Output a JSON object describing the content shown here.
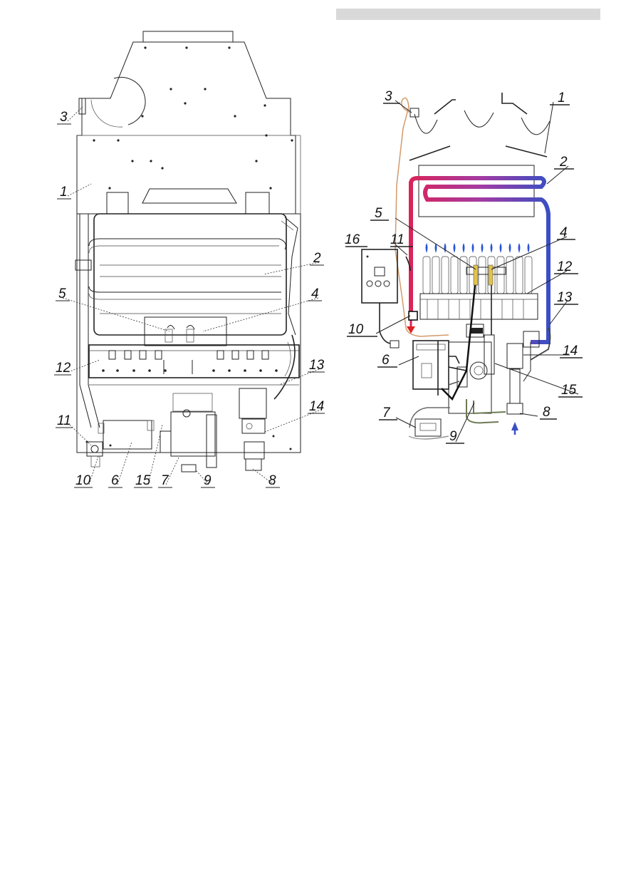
{
  "left_callouts": [
    "1",
    "2",
    "3",
    "4",
    "5",
    "6",
    "7",
    "8",
    "9",
    "10",
    "11",
    "12",
    "13",
    "14",
    "15"
  ],
  "right_callouts": [
    "1",
    "2",
    "3",
    "4",
    "5",
    "6",
    "7",
    "8",
    "9",
    "10",
    "11",
    "12",
    "13",
    "14",
    "15",
    "16"
  ],
  "colors": {
    "hot_pipe": "#d9245a",
    "cold_pipe": "#3a4fc4",
    "flame": "#2a52d6",
    "header_bar": "#d9d9d9"
  }
}
